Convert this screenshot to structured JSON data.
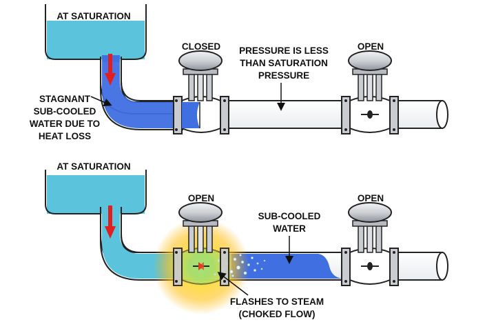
{
  "top": {
    "tank_label": "AT SATURATION",
    "valve_left_label": "CLOSED",
    "valve_right_label": "OPEN",
    "pressure_note": [
      "PRESSURE IS LESS",
      "THAN SATURATION",
      "PRESSURE"
    ],
    "stagnant_note": [
      "STAGNANT",
      "SUB-COOLED",
      "WATER DUE TO",
      "HEAT LOSS"
    ]
  },
  "bottom": {
    "tank_label": "AT SATURATION",
    "valve_left_label": "OPEN",
    "valve_right_label": "OPEN",
    "water_note": [
      "SUB-COOLED",
      "WATER"
    ],
    "flash_note": [
      "FLASHES TO STEAM",
      "(CHOKED FLOW)"
    ]
  },
  "colors": {
    "tank_water": "#5bc3dc",
    "subcooled_blue": "#3f6fe0",
    "flow_arrow": "#e02020",
    "valve_handle": "#c9ccd1",
    "flash_glow": "#ffd21f"
  }
}
